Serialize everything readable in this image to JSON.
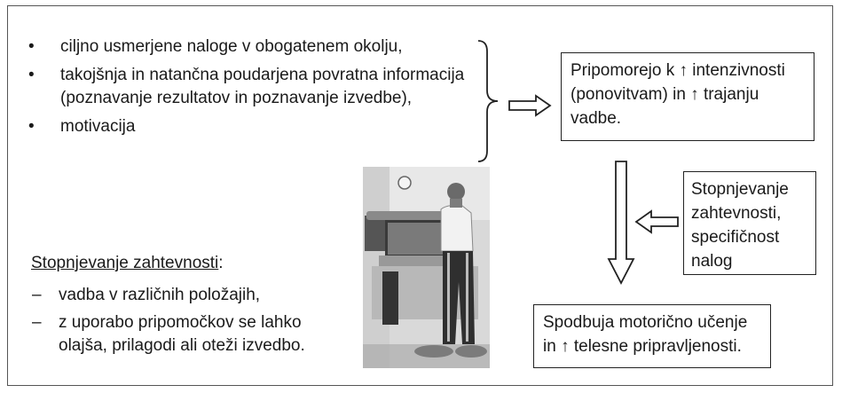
{
  "left_bullets": [
    "ciljno usmerjene naloge v obogatenem okolju,",
    "takojšnja in natančna poudarjena povratna informacija (poznavanje rezultatov in poznavanje izvedbe),",
    "motivacija"
  ],
  "box_top": "Pripomorejo k ↑ intenzivnosti (ponovitvam) in ↑ trajanju vadbe.",
  "box_mid": "Stopnjevanje zahtevnosti, specifičnost nalog",
  "box_bottom": "Spodbuja motorično učenje in ↑ telesne pripravljenosti.",
  "subheading": {
    "underlined": "Stopnjevanje zahtevnosti",
    "suffix": ":"
  },
  "dash_items": [
    "vadba v različnih položajih,",
    "z uporabo pripomočkov se lahko olajša, prilagodi ali oteži izvedbo."
  ],
  "colors": {
    "border": "#222222",
    "text": "#1a1a1a"
  }
}
